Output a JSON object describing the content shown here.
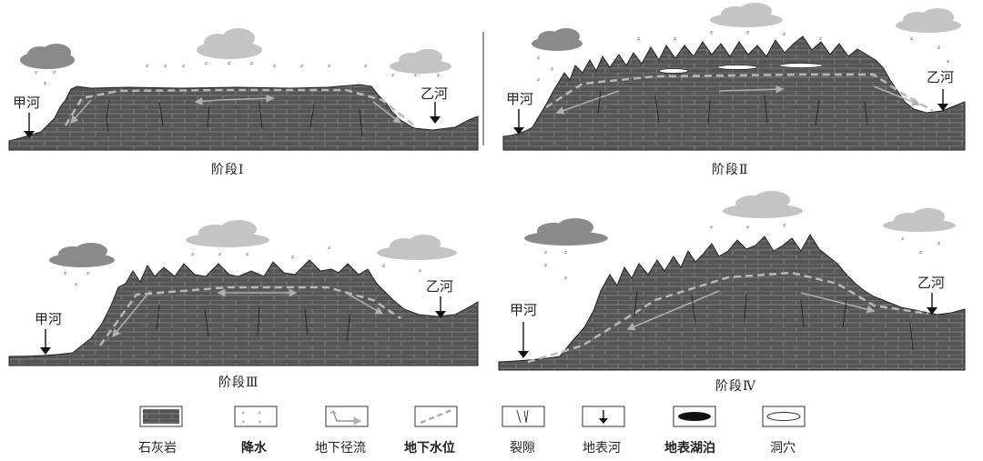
{
  "stages": [
    {
      "label": "阶段Ⅰ",
      "river_left": "甲河",
      "river_right": "乙河"
    },
    {
      "label": "阶段Ⅱ",
      "river_left": "甲河",
      "river_right": "乙河"
    },
    {
      "label": "阶段Ⅲ",
      "river_left": "甲河",
      "river_right": "乙河"
    },
    {
      "label": "阶段Ⅳ",
      "river_left": "甲河",
      "river_right": "乙河"
    }
  ],
  "legend": [
    {
      "label": "石灰岩",
      "bold": false
    },
    {
      "label": "降水",
      "bold": true
    },
    {
      "label": "地下径流",
      "bold": false
    },
    {
      "label": "地下水位",
      "bold": true
    },
    {
      "label": "裂隙",
      "bold": false
    },
    {
      "label": "地表河",
      "bold": false
    },
    {
      "label": "地表湖泊",
      "bold": true
    },
    {
      "label": "洞穴",
      "bold": false
    }
  ],
  "colors": {
    "rock": "#555555",
    "rock_line": "#8c8c8c",
    "cloud_dark": "#8a8a8a",
    "cloud_light": "#c4c4c4",
    "water_table": "#b8b8b8",
    "flow_arrow": "#b0b0b0",
    "crack": "#222222"
  }
}
